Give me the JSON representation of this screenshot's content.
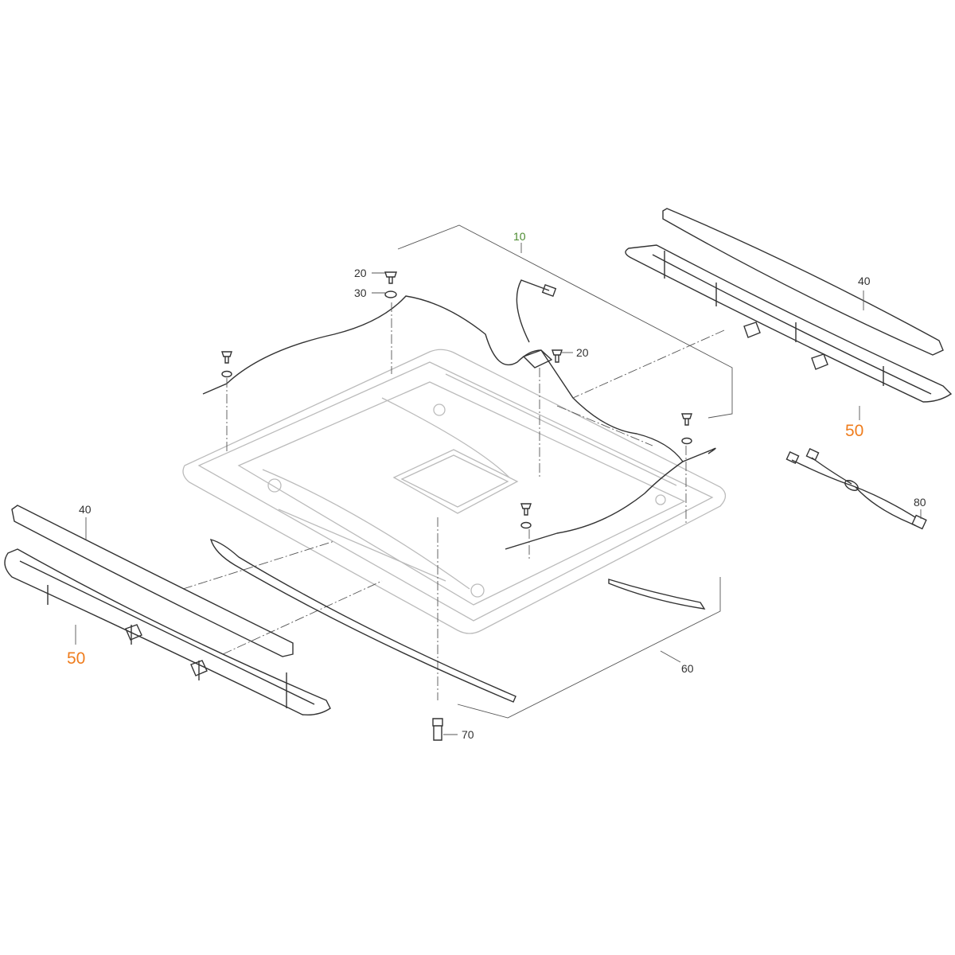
{
  "colors": {
    "assembly_label": "#4a8a2e",
    "highlight_label": "#ef7d1e",
    "default_label": "#333333"
  },
  "callouts": {
    "c10": "10",
    "c20a": "20",
    "c30": "30",
    "c20b": "20",
    "c40_right": "40",
    "c50_right": "50",
    "c80": "80",
    "c40_left": "40",
    "c50_left": "50",
    "c60": "60",
    "c70": "70"
  }
}
